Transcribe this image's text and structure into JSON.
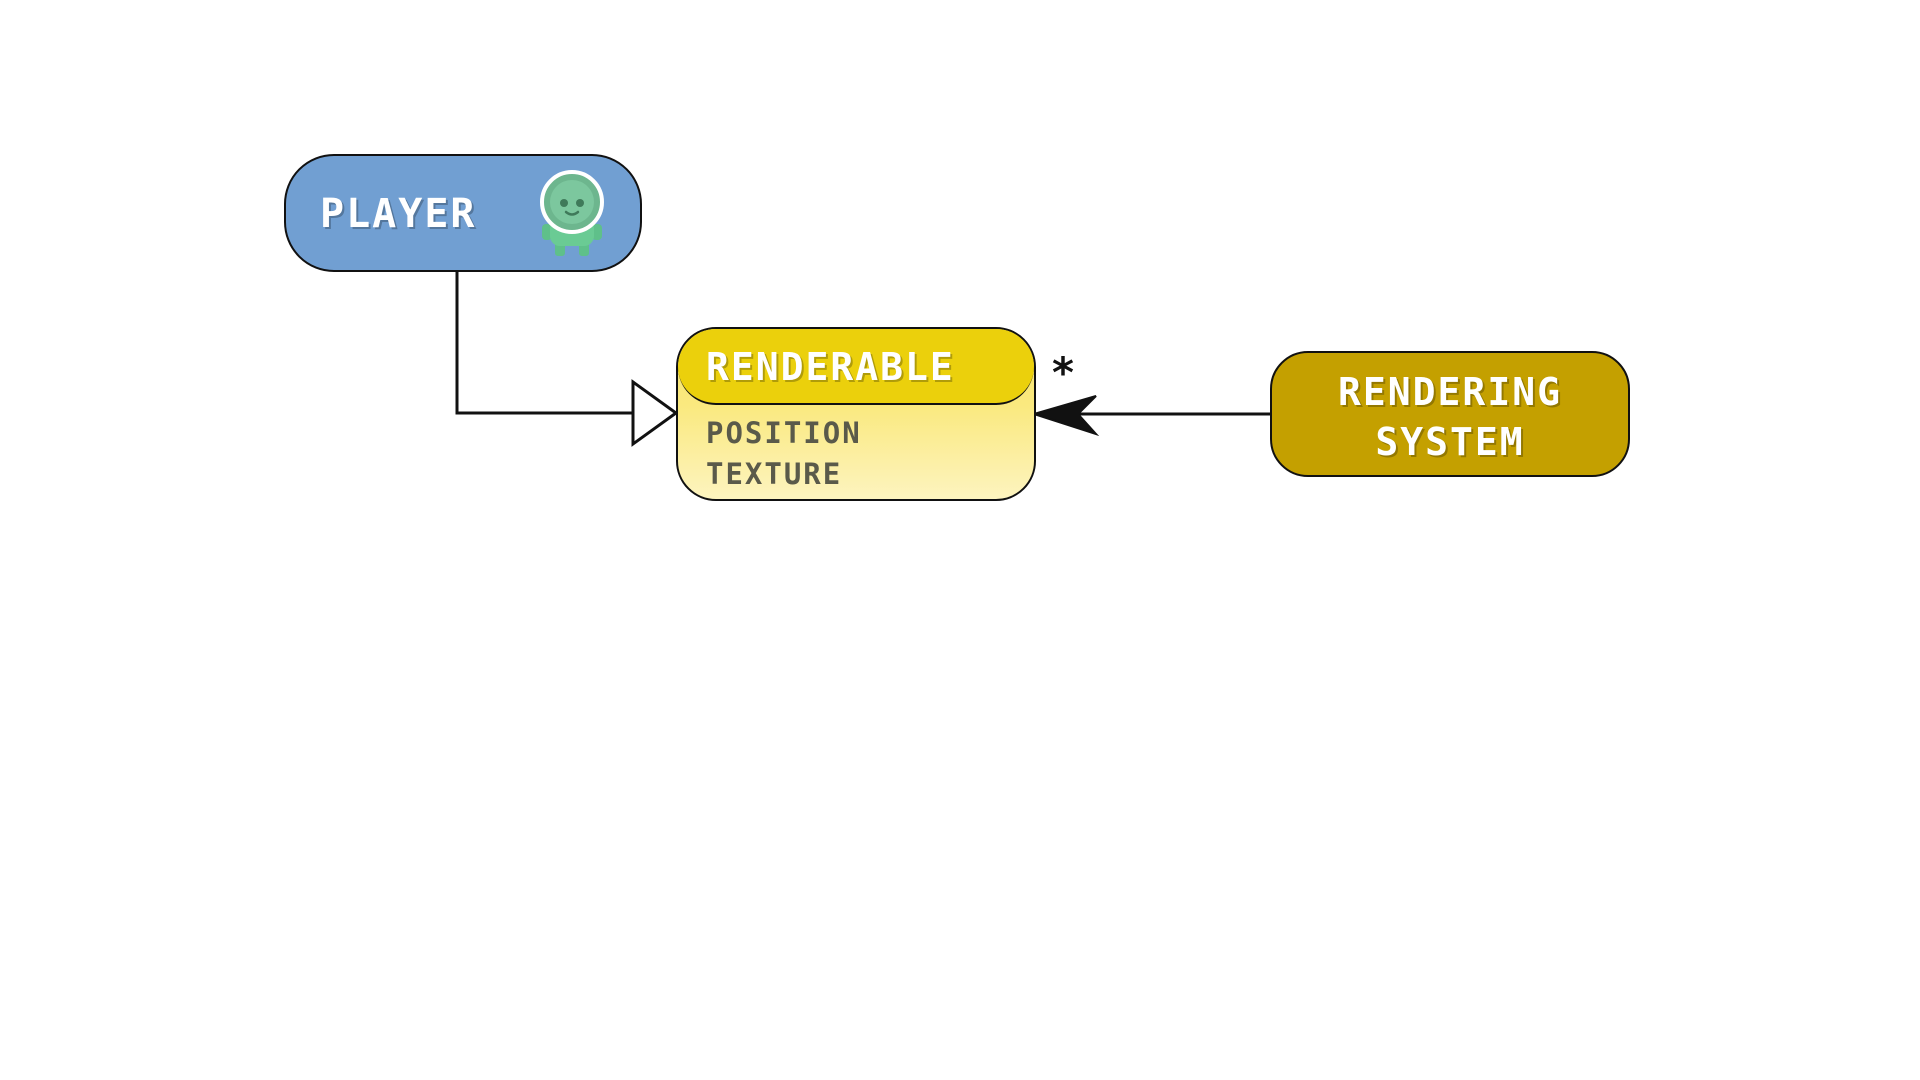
{
  "diagram": {
    "nodes": {
      "player": {
        "label": "PLAYER",
        "icon": "alien-astronaut-icon",
        "fill": "#719fd2"
      },
      "renderable": {
        "label": "RENDERABLE",
        "fields": [
          "POSITION",
          "TEXTURE"
        ],
        "header_fill": "#ebd00c",
        "body_fill": "#fae97f"
      },
      "rendering_system": {
        "label_lines": [
          "RENDERING",
          "SYSTEM"
        ],
        "fill": "#c4a000"
      }
    },
    "edges": [
      {
        "from": "player",
        "to": "renderable",
        "kind": "inheritance",
        "arrowhead": "hollow-triangle"
      },
      {
        "from": "rendering_system",
        "to": "renderable",
        "kind": "association",
        "arrowhead": "filled-arrow",
        "multiplicity": "*"
      }
    ]
  }
}
